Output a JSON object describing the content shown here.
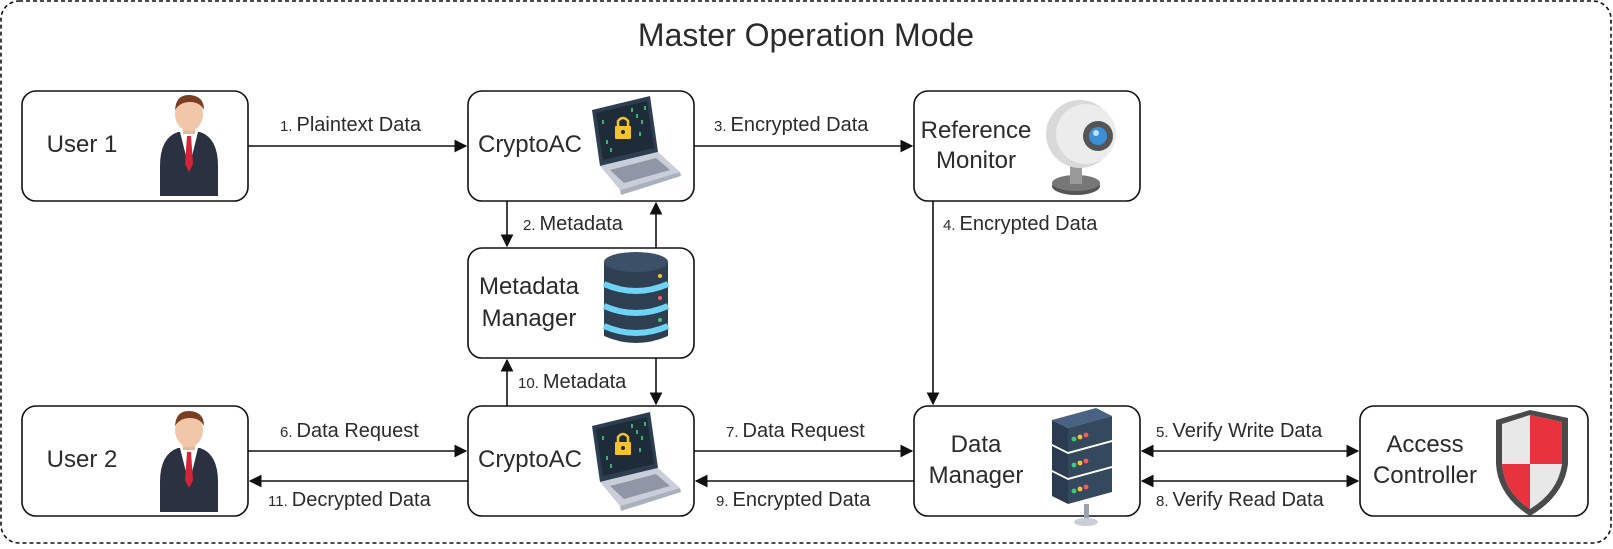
{
  "title": "Master Operation Mode",
  "nodes": {
    "user1": "User 1",
    "user2": "User 2",
    "cryptoac_top": "CryptoAC",
    "cryptoac_bottom": "CryptoAC",
    "reference_monitor": [
      "Reference",
      "Monitor"
    ],
    "metadata_manager": [
      "Metadata",
      "Manager"
    ],
    "data_manager": [
      "Data",
      "Manager"
    ],
    "access_controller": [
      "Access",
      "Controller"
    ]
  },
  "edges": {
    "e1": {
      "num": "1.",
      "text": "Plaintext Data"
    },
    "e2": {
      "num": "2.",
      "text": "Metadata"
    },
    "e3": {
      "num": "3.",
      "text": "Encrypted Data"
    },
    "e4": {
      "num": "4.",
      "text": "Encrypted Data"
    },
    "e5": {
      "num": "5.",
      "text": "Verify Write Data"
    },
    "e6": {
      "num": "6.",
      "text": "Data Request"
    },
    "e7": {
      "num": "7.",
      "text": "Data Request"
    },
    "e8": {
      "num": "8.",
      "text": "Verify Read Data"
    },
    "e9": {
      "num": "9.",
      "text": "Encrypted Data"
    },
    "e10": {
      "num": "10.",
      "text": "Metadata"
    },
    "e11": {
      "num": "11.",
      "text": "Decrypted Data"
    }
  },
  "icons": {
    "user": "businessman-icon",
    "laptop": "laptop-lock-icon",
    "webcam": "webcam-icon",
    "database": "database-icon",
    "server": "server-rack-icon",
    "shield": "shield-icon"
  },
  "colors": {
    "line": "#111111",
    "suit": "#2a3140",
    "tie": "#d3243a",
    "db_body": "#2e3f52",
    "db_ring": "#6ed3f5",
    "shield_red": "#e8333f",
    "webcam_lens": "#3b8fd6",
    "laptop_screen": "#2c3e50",
    "server_body": "#34495e"
  }
}
